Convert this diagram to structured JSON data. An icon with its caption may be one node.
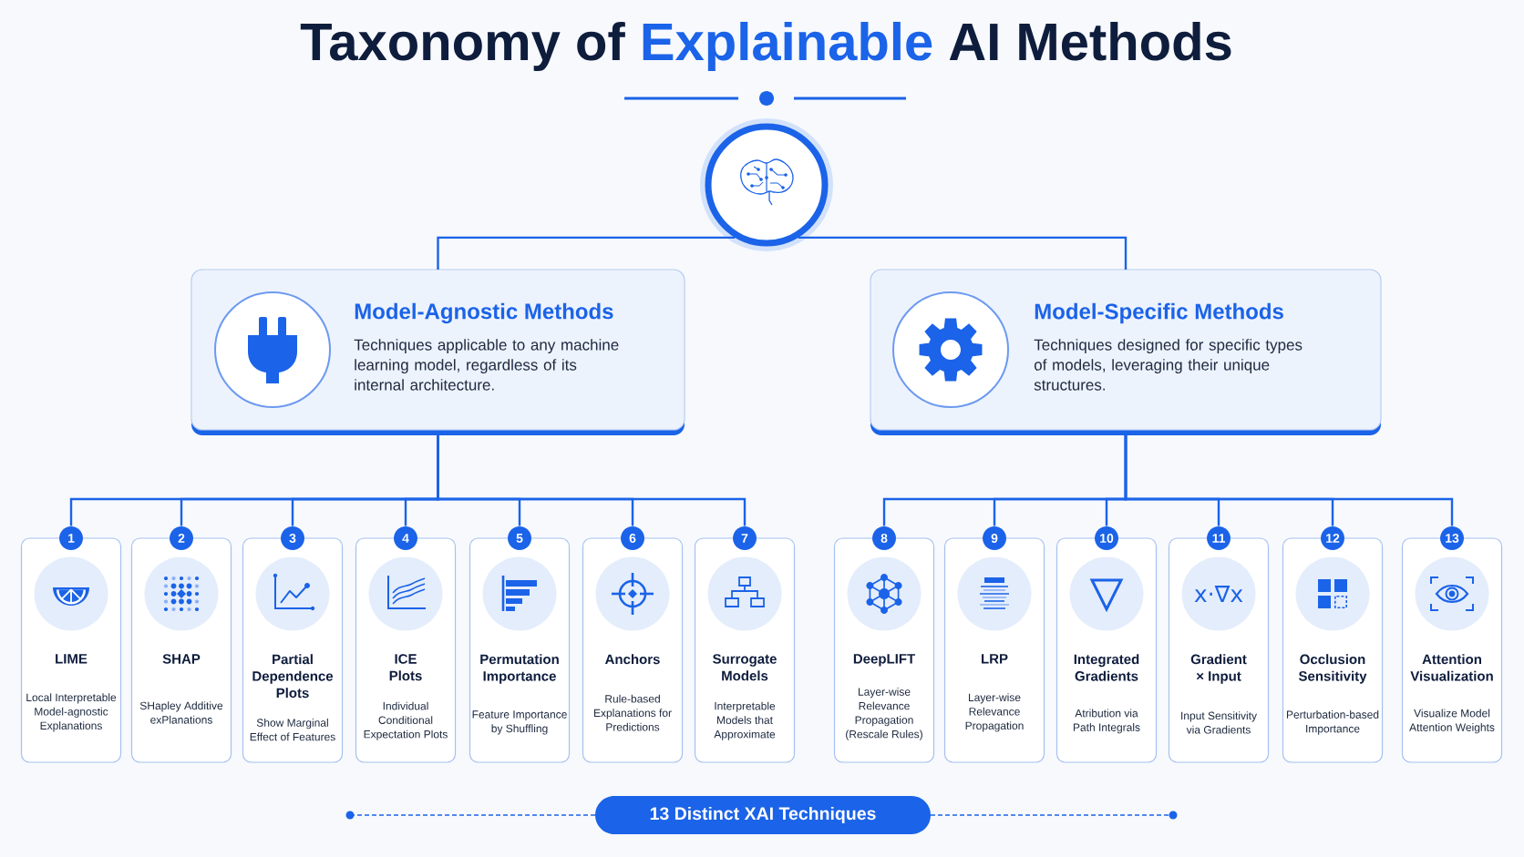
{
  "diagram": {
    "title": "Taxonomy of **Explainable** AI Methods",
    "nodes": [
      {
        "text": [],
        "shape": "circle"
      },
      {
        "text": [
          "Model-Agnostic Methods",
          "Techniques applicable to any machine learning model, regardless of its internal architecture."
        ]
      },
      {
        "text": [
          "Model-Specific Methods",
          "Techniques designed for specific types of models, leveraging their unique structures."
        ]
      },
      {
        "text": [
          "1",
          "LIME",
          "Local Interpretable Model-agnostic Explanations"
        ]
      },
      {
        "text": [
          "2",
          "SHAP",
          "SHapley Additive exPlanations"
        ]
      },
      {
        "text": [
          "3",
          "Partial Dependence Plots",
          "Show Marginal Effect of Features"
        ]
      },
      {
        "text": [
          "4",
          "ICE Plots",
          "Individual Conditional Expectation Plots"
        ]
      },
      {
        "text": [
          "5",
          "Permutation Importance",
          "Feature Importance by Shuffling"
        ]
      },
      {
        "text": [
          "6",
          "Anchors",
          "Rule-based Explanations for Predictions"
        ]
      },
      {
        "text": [
          "7",
          "Surrogate Models",
          "Interpretable Models that Approximate"
        ]
      },
      {
        "text": [
          "8",
          "DeepLIFT",
          "Layer-wise Relevance Propagation (Rescale Rules)"
        ]
      },
      {
        "text": [
          "9",
          "LRP",
          "Layer-wise Relevance Propagation"
        ]
      },
      {
        "text": [
          "10",
          "Integrated Gradients",
          "Atribution via Path Integrals"
        ]
      },
      {
        "text": [
          "11",
          "Gradient × Input",
          "Input Sensitivity via Gradients"
        ]
      },
      {
        "text": [
          "12",
          "Occlusion Sensitivity",
          "Perturbation-based Importance"
        ]
      },
      {
        "text": [
          "13",
          "Attention Visualization",
          "Visualize Model Attention Weights"
        ]
      },
      {
        "text": [
          "13 Distinct XAI Techniques"
        ]
      }
    ],
    "edges": [
      {
        "from": 0,
        "to": 1,
        "arrow": "none"
      },
      {
        "from": 0,
        "to": 2,
        "arrow": "none"
      },
      {
        "from": 1,
        "to": 3,
        "arrow": "none"
      },
      {
        "from": 1,
        "to": 4,
        "arrow": "none"
      },
      {
        "from": 1,
        "to": 5,
        "arrow": "none"
      },
      {
        "from": 1,
        "to": 6,
        "arrow": "none"
      },
      {
        "from": 1,
        "to": 7,
        "arrow": "none"
      },
      {
        "from": 1,
        "to": 8,
        "arrow": "none"
      },
      {
        "from": 1,
        "to": 9,
        "arrow": "none"
      },
      {
        "from": 2,
        "to": 10,
        "arrow": "none"
      },
      {
        "from": 2,
        "to": 11,
        "arrow": "none"
      },
      {
        "from": 2,
        "to": 12,
        "arrow": "none"
      },
      {
        "from": 2,
        "to": 13,
        "arrow": "none"
      },
      {
        "from": 2,
        "to": 14,
        "arrow": "none"
      },
      {
        "from": 2,
        "to": 15,
        "arrow": "none"
      }
    ],
    "labels": [
      "x·∇x"
    ]
  }
}
